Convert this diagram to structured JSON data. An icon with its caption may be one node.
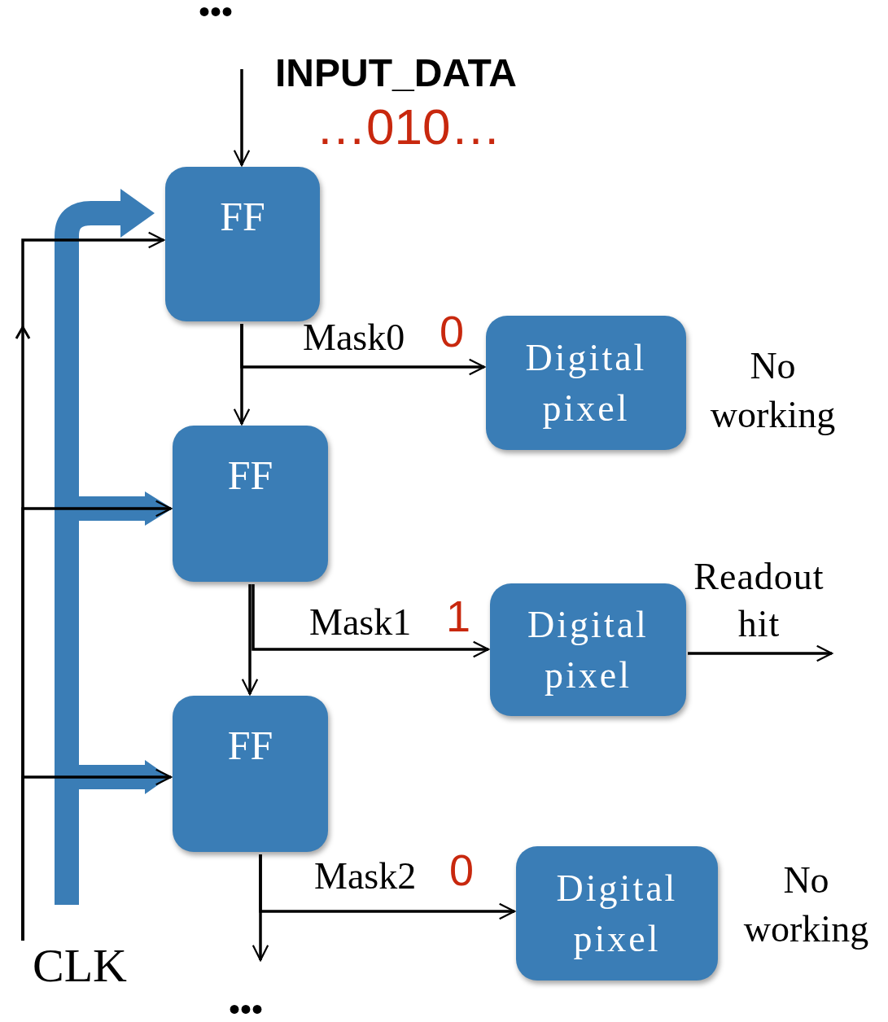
{
  "diagram": {
    "nodes": [
      {
        "text": [
          "FF"
        ]
      },
      {
        "text": [
          "FF"
        ]
      },
      {
        "text": [
          "FF"
        ]
      },
      {
        "text": [
          "Digital pixel"
        ],
        "beside": [
          "No working"
        ]
      },
      {
        "text": [
          "Digital pixel"
        ]
      },
      {
        "text": [
          "Digital pixel"
        ],
        "beside": [
          "No working"
        ]
      },
      {
        "text": [
          "CLK"
        ]
      }
    ],
    "edges": [
      {
        "from": null,
        "to": 0,
        "arrow": "to",
        "label": "INPUT_DATA"
      },
      {
        "from": 0,
        "to": 1,
        "arrow": "to"
      },
      {
        "from": 0,
        "to": 3,
        "arrow": "to",
        "label": "Mask0"
      },
      {
        "from": 1,
        "to": 2,
        "arrow": "to"
      },
      {
        "from": 1,
        "to": 4,
        "arrow": "to",
        "label": "Mask1"
      },
      {
        "from": 2,
        "to": null,
        "arrow": "to"
      },
      {
        "from": 2,
        "to": 5,
        "arrow": "to",
        "label": "Mask2"
      },
      {
        "from": 4,
        "to": null,
        "arrow": "to",
        "label": "Readout hit"
      },
      {
        "from": 6,
        "to": 0,
        "arrow": "to"
      },
      {
        "from": 6,
        "to": 1,
        "arrow": "to"
      },
      {
        "from": 6,
        "to": 2,
        "arrow": "to"
      }
    ],
    "labels": [
      "•••",
      "…010…",
      "0",
      "1",
      "0",
      "•••"
    ]
  }
}
